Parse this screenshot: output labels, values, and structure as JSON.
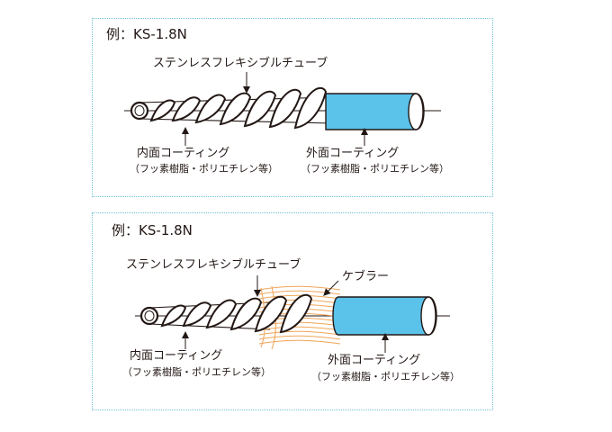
{
  "panels": [
    {
      "example_label": "例：KS-1.8N",
      "tube_label": "ステンレスフレキシブルチューブ",
      "inner_coating_label": "内面コーティング",
      "inner_coating_note": "（フッ素樹脂・ポリエチレン等）",
      "outer_coating_label": "外面コーティング",
      "outer_coating_note": "（フッ素樹脂・ポリエチレン等）"
    },
    {
      "example_label": "例：KS-1.8N",
      "tube_label": "ステンレスフレキシブルチューブ",
      "kevlar_label": "ケブラー",
      "inner_coating_label": "内面コーティング",
      "inner_coating_note": "（フッ素樹脂・ポリエチレン等）",
      "outer_coating_label": "外面コーティング",
      "outer_coating_note": "（フッ素樹脂・ポリエチレン等）"
    }
  ],
  "colors": {
    "outer_coating": "#5bc2ea",
    "kevlar": "#f0a55a",
    "frame": "#6ec3d6",
    "line": "#231815"
  }
}
